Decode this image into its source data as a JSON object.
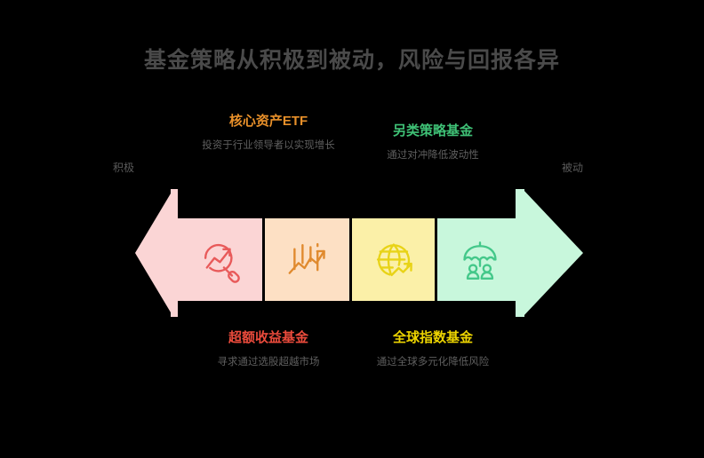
{
  "title": "基金策略从积极到被动，风险与回报各异",
  "axis": {
    "left_label": "积极",
    "right_label": "被动",
    "left_arrow_color": "#FBD5D5",
    "right_arrow_color": "#C8F7DC"
  },
  "segments": [
    {
      "id": "segment-1",
      "fill": "#FBD5D5",
      "icon": "magnifier-trend-icon",
      "icon_color": "#E85A5A"
    },
    {
      "id": "segment-2",
      "fill": "#FDE0C4",
      "icon": "candlestick-chart-arrow-icon",
      "icon_color": "#E08A2E"
    },
    {
      "id": "segment-3",
      "fill": "#FBF0A8",
      "icon": "globe-trend-icon",
      "icon_color": "#E8D317"
    },
    {
      "id": "segment-4",
      "fill": "#C8F7DC",
      "icon": "umbrella-people-icon",
      "icon_color": "#44C88A"
    }
  ],
  "callouts": [
    {
      "id": "callout-core-asset-etf",
      "position": "top",
      "headline": "核心资产ETF",
      "description": "投资于行业领导者以实现增长",
      "color": "#E8902A"
    },
    {
      "id": "callout-alternative-strategy-fund",
      "position": "top",
      "headline": "另类策略基金",
      "description": "通过对冲降低波动性",
      "color": "#3FC176"
    },
    {
      "id": "callout-alpha-fund",
      "position": "bottom",
      "headline": "超额收益基金",
      "description": "寻求通过选股超越市场",
      "color": "#EB4B3C"
    },
    {
      "id": "callout-global-index-fund",
      "position": "bottom",
      "headline": "全球指数基金",
      "description": "通过全球多元化降低风险",
      "color": "#EDD400"
    }
  ]
}
